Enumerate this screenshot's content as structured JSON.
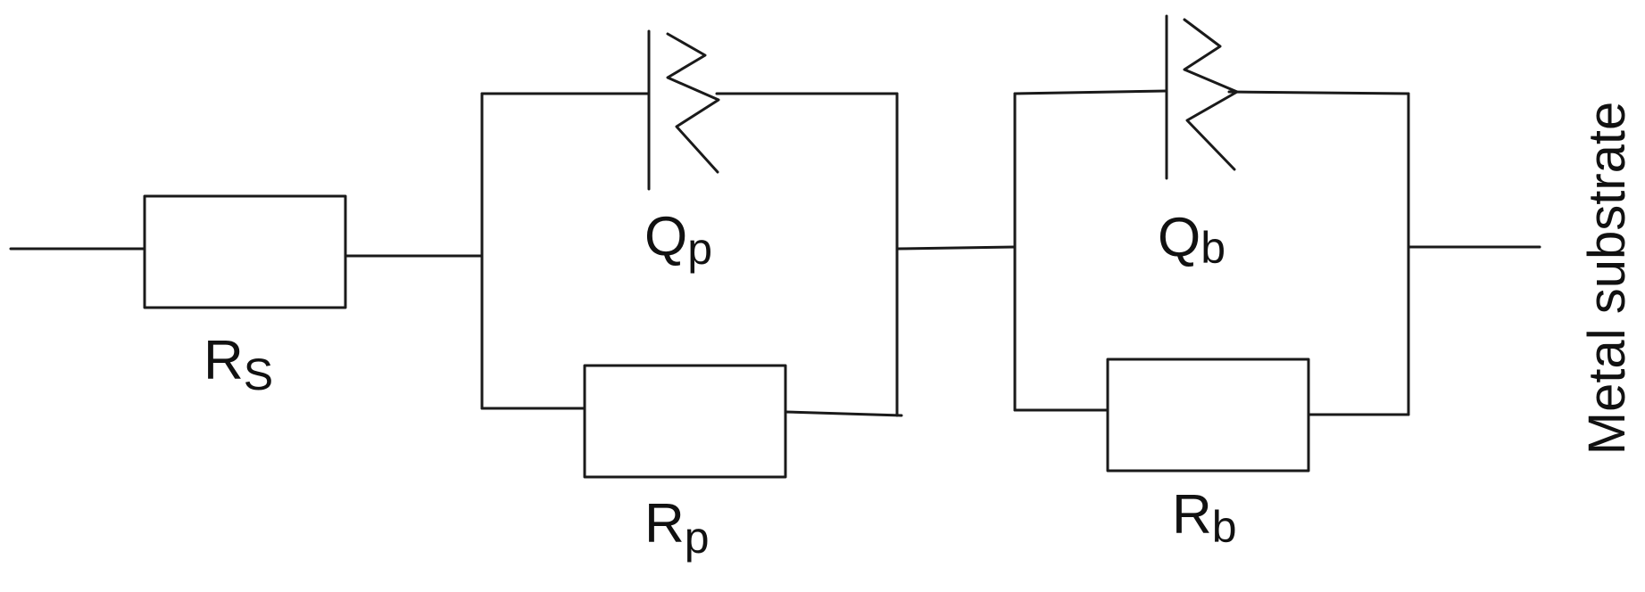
{
  "circuit": {
    "components": {
      "rs": {
        "letter": "R",
        "subscript": "S"
      },
      "qp": {
        "letter": "Q",
        "subscript": "p"
      },
      "rp": {
        "letter": "R",
        "subscript": "p"
      },
      "qb": {
        "letter": "Q",
        "subscript": "b"
      },
      "rb": {
        "letter": "R",
        "subscript": "b"
      }
    },
    "side_label": "Metal substrate"
  }
}
